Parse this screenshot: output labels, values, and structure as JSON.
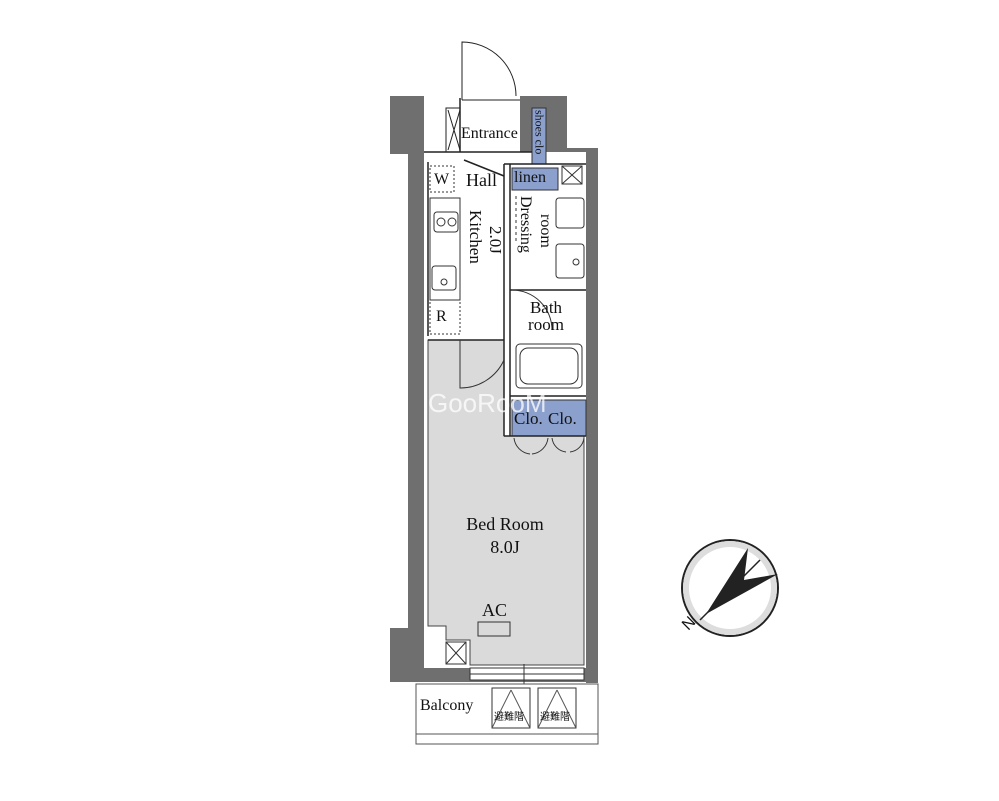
{
  "labels": {
    "entrance": "Entrance",
    "shoes_closet": "shoes clo",
    "w": "W",
    "hall": "Hall",
    "linen": "linen",
    "kitchen": "Kitchen",
    "kitchen_size": "2.0J",
    "dressing": "Dressing",
    "dressing_room": "room",
    "r": "R",
    "bath": "Bath",
    "bath_room": "room",
    "closet_1": "Clo.",
    "closet_2": "Clo.",
    "bed_room": "Bed Room",
    "bed_room_size": "8.0J",
    "ac": "AC",
    "balcony": "Balcony",
    "hatch_left": "避難階",
    "hatch_right": "避難階"
  },
  "watermark": "GooRooM",
  "compass": {
    "icon": "north-arrow-icon",
    "letter": "N"
  },
  "colors": {
    "wall": "#6f6f6f",
    "floor": "#dadada",
    "closet": "#8ba0cd",
    "line": "#222222"
  }
}
